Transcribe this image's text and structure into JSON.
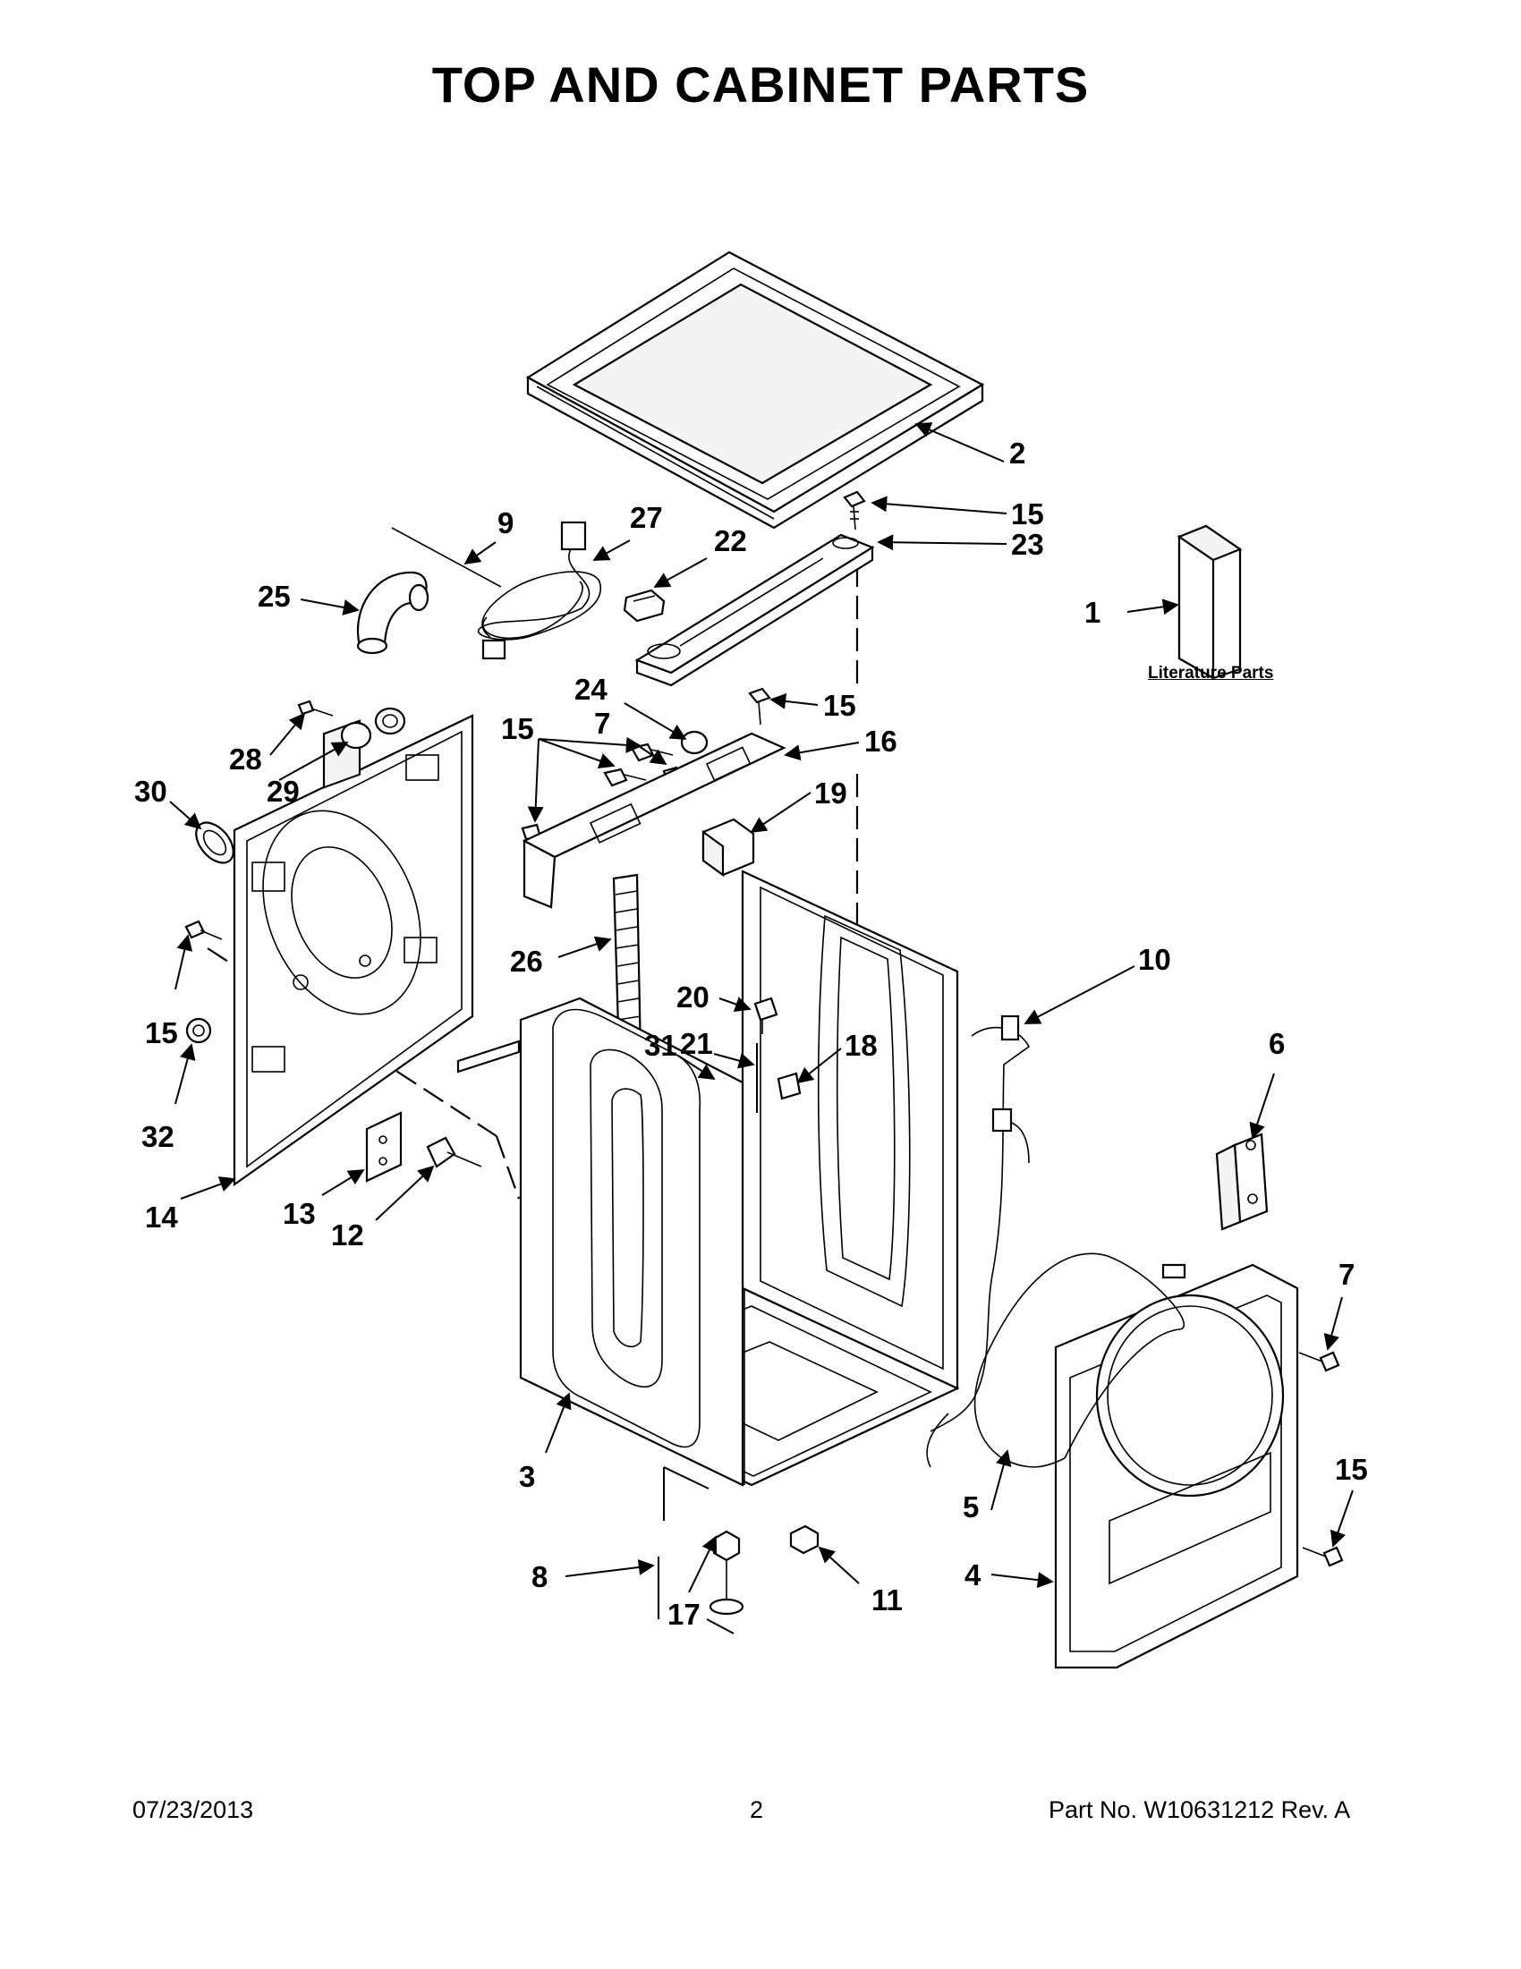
{
  "title": "TOP AND CABINET PARTS",
  "literature_label": "Literature Parts",
  "footer": {
    "date": "07/23/2013",
    "page": "2",
    "part_number": "Part No.  W10631212  Rev.  A"
  },
  "callouts": [
    "2",
    "15",
    "23",
    "1",
    "9",
    "27",
    "22",
    "25",
    "24",
    "15",
    "16",
    "15",
    "7",
    "19",
    "28",
    "29",
    "30",
    "26",
    "20",
    "10",
    "21",
    "31",
    "18",
    "15",
    "6",
    "32",
    "14",
    "13",
    "12",
    "7",
    "3",
    "5",
    "15",
    "4",
    "8",
    "17",
    "11"
  ]
}
